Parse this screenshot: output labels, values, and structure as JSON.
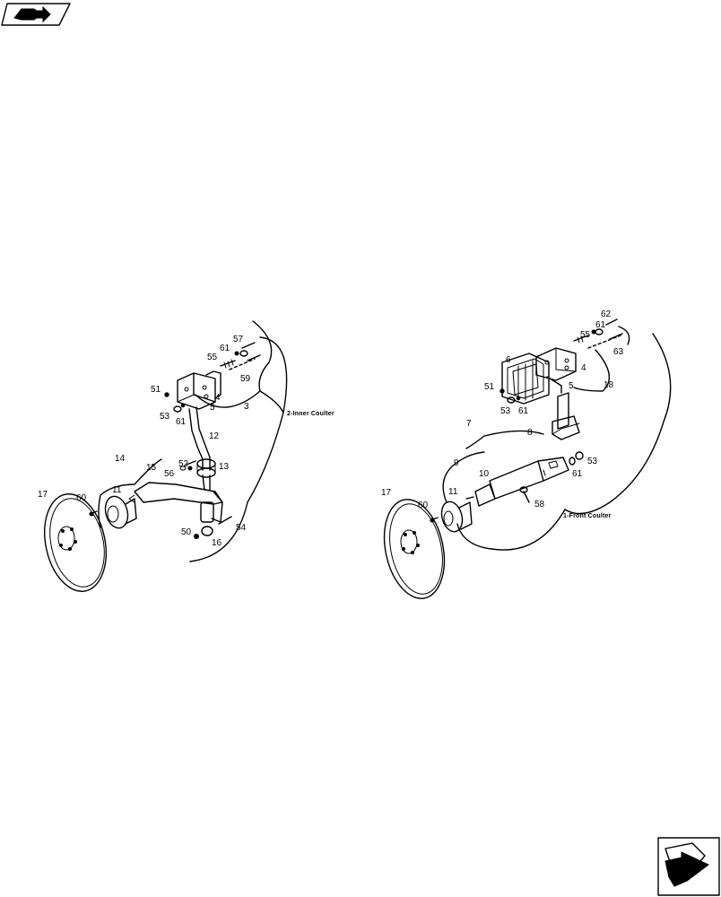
{
  "nav": {
    "top_icon": "book-arrow-icon",
    "bottom_icon": "next-page-arrow-icon"
  },
  "assemblies": {
    "inner": "2-Inner Coulter",
    "front": "1-Front Coulter"
  },
  "callouts_left": [
    "57",
    "61",
    "55",
    "59",
    "51",
    "53",
    "61",
    "5",
    "4",
    "3",
    "12",
    "52",
    "56",
    "13",
    "14",
    "15",
    "11",
    "60",
    "17",
    "50",
    "16",
    "54"
  ],
  "callouts_right": [
    "62",
    "61",
    "55",
    "63",
    "6",
    "4",
    "5",
    "18",
    "51",
    "53",
    "61",
    "8",
    "7",
    "9",
    "10",
    "61",
    "53",
    "11",
    "60",
    "17",
    "58"
  ]
}
